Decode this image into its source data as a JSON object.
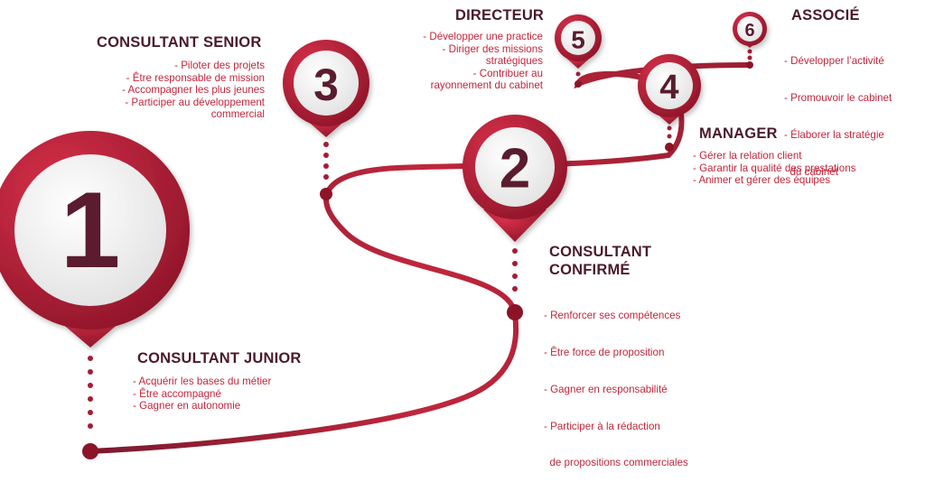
{
  "colors": {
    "accent": "#c0263c",
    "dark": "#6b1a2b",
    "title": "#4a1b2a"
  },
  "steps": [
    {
      "number": "1",
      "title": "CONSULTANT JUNIOR",
      "items": [
        "- Acquérir les bases du métier",
        "- Être accompagné",
        "- Gagner en autonomie"
      ]
    },
    {
      "number": "2",
      "title_lines": [
        "CONSULTANT",
        "CONFIRMÉ"
      ],
      "items": [
        "- Renforcer ses compétences",
        "- Être force de proposition",
        "- Gagner en responsabilité",
        "- Participer à la rédaction",
        "  de propositions commerciales"
      ]
    },
    {
      "number": "3",
      "title": "CONSULTANT SENIOR",
      "items": [
        "- Piloter des projets",
        "- Être responsable de mission",
        "- Accompagner les plus jeunes",
        "- Participer au développement",
        "commercial"
      ]
    },
    {
      "number": "4",
      "title": "MANAGER",
      "items": [
        "- Gérer la relation client",
        "- Garantir la qualité des prestations",
        "- Animer et gérer des équipes"
      ]
    },
    {
      "number": "5",
      "title": "DIRECTEUR",
      "items": [
        "- Développer une practice",
        "- Diriger des missions",
        "stratégiques",
        "- Contribuer au",
        "rayonnement du cabinet"
      ]
    },
    {
      "number": "6",
      "title": "ASSOCIÉ",
      "items": [
        "- Développer l’activité",
        "- Promouvoir le cabinet",
        "- Élaborer la stratégie",
        "  du cabinet"
      ]
    }
  ]
}
